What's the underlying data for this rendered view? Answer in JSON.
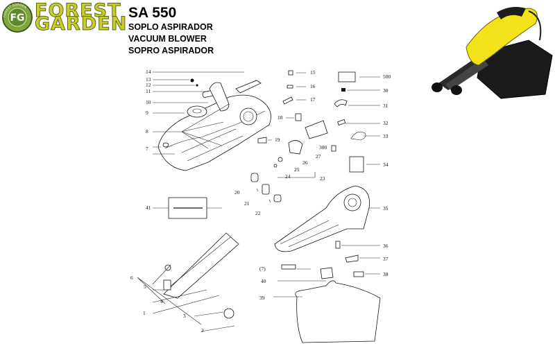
{
  "brand": {
    "logo_letters": "FG",
    "logo_ring_text": "FOREST GARDEN",
    "line1": "FOREST",
    "line2": "GARDEN",
    "accent_color": "#c9cc2b",
    "dark_color": "#4a5e16"
  },
  "product": {
    "model": "SA 550",
    "names": [
      "SOPLO ASPIRADOR",
      "VACUUM BLOWER",
      "SOPRO ASPIRADOR"
    ]
  },
  "callouts": [
    "14",
    "13",
    "12",
    "11",
    "10",
    "9",
    "8",
    "7",
    "15",
    "16",
    "17",
    "18",
    "19",
    "500",
    "30",
    "31",
    "32",
    "33",
    "34",
    "300",
    "27",
    "26",
    "25",
    "24",
    "23",
    "20",
    "21",
    "22",
    "41",
    "35",
    "36",
    "37",
    "38",
    "(7)",
    "40",
    "39",
    "6",
    "5",
    "4",
    "1",
    "3",
    "2"
  ],
  "product_photo": {
    "body_color": "#f2e21a",
    "bag_color": "#1a1a1a"
  }
}
